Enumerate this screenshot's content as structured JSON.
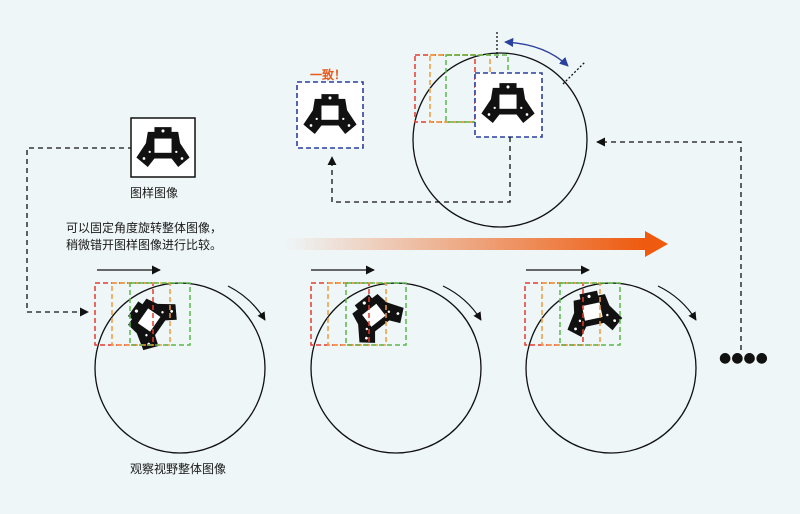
{
  "labels": {
    "template": "图样图像",
    "note_line_1": "可以固定角度旋转整体图像，",
    "note_line_2": "稍微错开图样图像进行比较。",
    "scene": "观察视野整体图像",
    "match": "一致！",
    "more": "●●●●"
  },
  "colors": {
    "background": "#eef6f8",
    "box_red": "#e53a2c",
    "box_orange": "#f19a3e",
    "box_green": "#5cb84b",
    "match_blue": "#2b3f9e",
    "match_text": "#e8591a",
    "progress_arrow": "#ee5a0e",
    "rotation_arc": "#2b3f9e"
  },
  "icons": {
    "part": "robot-gripper-icon",
    "rotation": "curved-arrow-icon",
    "progress": "gradient-arrow-icon"
  }
}
